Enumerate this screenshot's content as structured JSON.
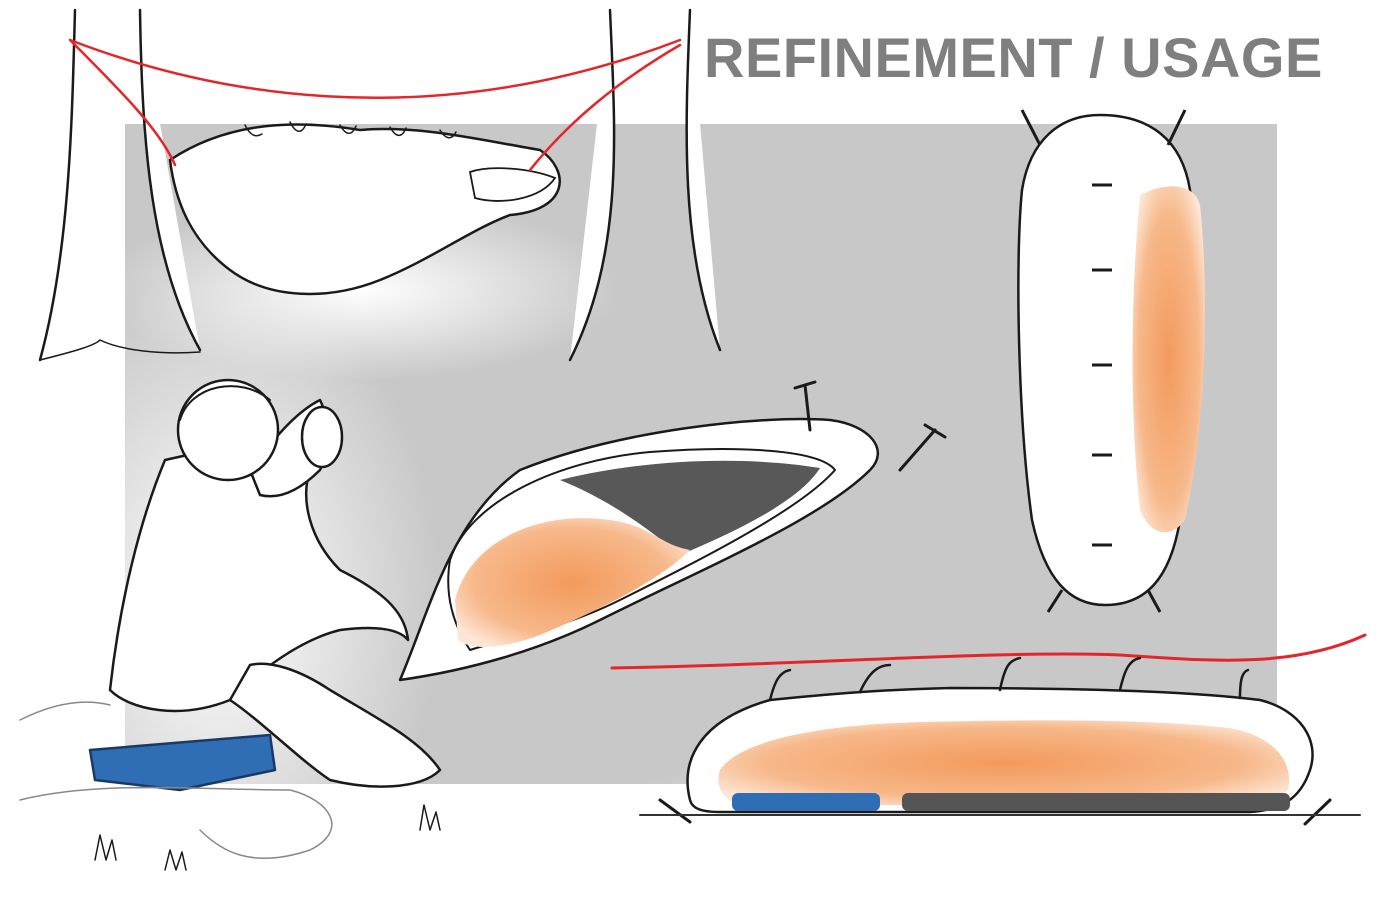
{
  "title": "REFINEMENT / USAGE",
  "colors": {
    "panel_gray": "#c8c8c8",
    "rope_red": "#e4262b",
    "insulation_orange": "#f5a26a",
    "pad_blue": "#2f6db5",
    "pad_dark": "#505050",
    "line_black": "#1a1a1a"
  },
  "sketches": [
    "hammock-between-trees",
    "person-with-open-shell",
    "top-view-pod",
    "ground-pitched-shelter"
  ]
}
